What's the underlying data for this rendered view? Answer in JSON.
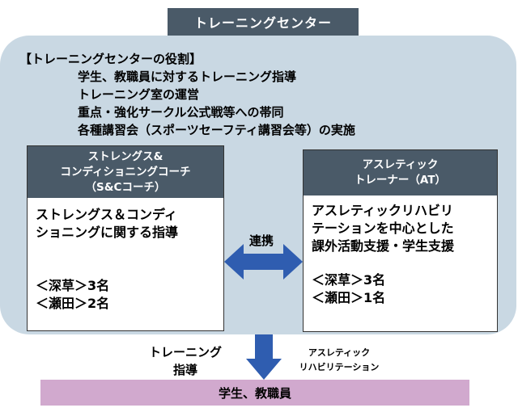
{
  "title": "トレーニングセンター",
  "roles": {
    "heading": "【トレーニングセンターの役割】",
    "items": [
      "学生、教職員に対するトレーニング指導",
      "トレーニング室の運営",
      "重点・強化サークル公式戦等への帯同",
      "各種講習会（スポーツセーフティ講習会等）の実施"
    ]
  },
  "left_box": {
    "header": [
      "ストレングス&",
      "コンディショニングコーチ",
      "（S&Cコーチ）"
    ],
    "desc": [
      "ストレングス＆コンディ",
      "ショニングに関する指導"
    ],
    "staff": [
      "＜深草＞3名",
      "＜瀬田＞2名"
    ]
  },
  "right_box": {
    "header": [
      "アスレティック",
      "トレーナー（AT）"
    ],
    "desc": [
      "アスレティックリハビリ",
      "テーションを中心とした",
      "課外活動支援・学生支援"
    ],
    "staff": [
      "＜深草＞3名",
      "＜瀬田＞1名"
    ]
  },
  "link_label": "連携",
  "arrow_labels": {
    "left": [
      "トレーニング",
      "指導"
    ],
    "right": [
      "アスレティック",
      "リハビリテーション"
    ]
  },
  "bottom": "学生、教職員",
  "colors": {
    "header_bg": "#4a5a68",
    "panel_bg": "#c9d8e3",
    "arrow": "#2f5db0",
    "bottom_bg": "#d1a9ce"
  }
}
